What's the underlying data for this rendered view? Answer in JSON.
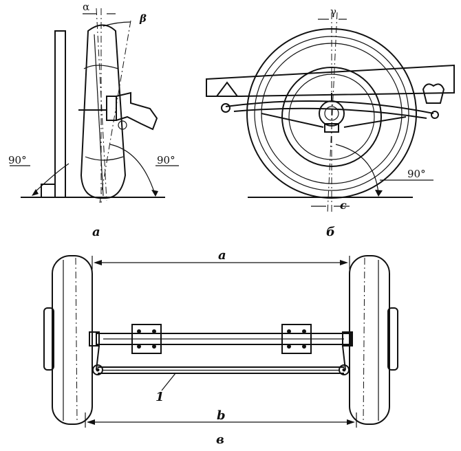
{
  "view_a": {
    "caption": "а",
    "angle_alpha": "α",
    "angle_beta": "β",
    "angle_left": "90°",
    "angle_right": "90°"
  },
  "view_b": {
    "caption": "б",
    "angle_gamma": "γ",
    "offset_c": "c",
    "angle_right": "90°"
  },
  "view_c": {
    "caption": "в",
    "dim_top": "a",
    "dim_bottom": "b",
    "part_1": "1"
  }
}
